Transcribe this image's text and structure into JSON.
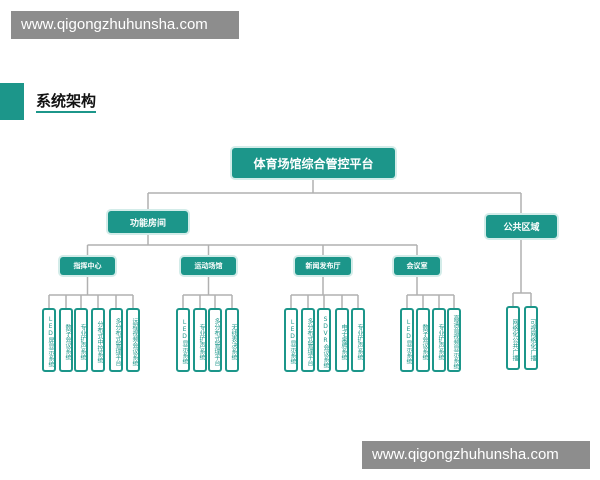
{
  "watermark": "www.qigongzhuhunsha.com",
  "section_title": "系统架构",
  "root": "体育场馆综合管控平台",
  "level2": [
    {
      "label": "功能房间"
    },
    {
      "label": "公共区域"
    }
  ],
  "groups": [
    {
      "label": "指挥中心",
      "items": [
        "LED屏显示系统",
        "数字会议系统",
        "专业扩声系统",
        "分布式中控系统",
        "多分布式管理平台",
        "远程视频会议系统"
      ]
    },
    {
      "label": "运动场馆",
      "items": [
        "LED显示系统",
        "专业扩声系统",
        "多分布式管理平台",
        "无线表决系统"
      ]
    },
    {
      "label": "新闻发布厅",
      "items": [
        "LED显示系统",
        "多分布式管理平台",
        "SDVR会议系统",
        "电子桌牌系统",
        "专业扩声系统"
      ]
    },
    {
      "label": "会议室",
      "items": [
        "LED显示系统",
        "数字会议系统",
        "专业扩声系统",
        "高清音视频显示系统"
      ]
    }
  ],
  "public_items": [
    "网络化公共广播",
    "可视网络化广播"
  ],
  "colors": {
    "accent": "#1c968a",
    "line": "#b0b0b0"
  }
}
